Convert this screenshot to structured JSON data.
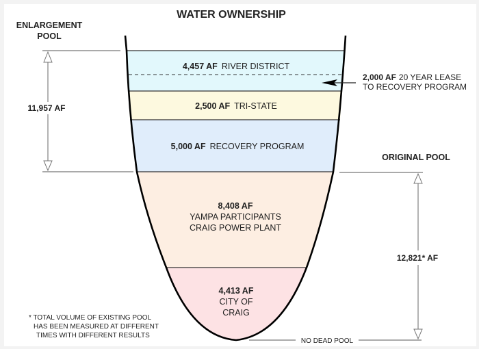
{
  "title": "WATER OWNERSHIP",
  "enlargement_pool": {
    "label_line1": "ENLARGEMENT",
    "label_line2": "POOL",
    "volume": "11,957 AF"
  },
  "original_pool": {
    "label": "ORIGINAL POOL",
    "volume": "12,821* AF"
  },
  "layers": [
    {
      "amount": "4,457 AF",
      "name": "RIVER DISTRICT",
      "color": "#e2f8fc"
    },
    {
      "amount": "2,500 AF",
      "name": "TRI-STATE",
      "color": "#fdf9df"
    },
    {
      "amount": "5,000 AF",
      "name": "RECOVERY PROGRAM",
      "color": "#e0edfb"
    },
    {
      "amount": "8,408 AF",
      "name_line1": "YAMPA PARTICIPANTS",
      "name_line2": "CRAIG POWER PLANT",
      "color": "#fdeee2"
    },
    {
      "amount": "4,413 AF",
      "name_line1": "CITY OF",
      "name_line2": "CRAIG",
      "color": "#fde2e4"
    }
  ],
  "lease_note": {
    "amount": "2,000 AF",
    "line1": "20 YEAR LEASE",
    "line2": "TO RECOVERY PROGRAM"
  },
  "dead_pool_label": "NO DEAD POOL",
  "footnote": {
    "line1": "* TOTAL VOLUME OF EXISTING POOL",
    "line2": "HAS BEEN MEASURED AT DIFFERENT",
    "line3": "TIMES WITH DIFFERENT RESULTS"
  }
}
